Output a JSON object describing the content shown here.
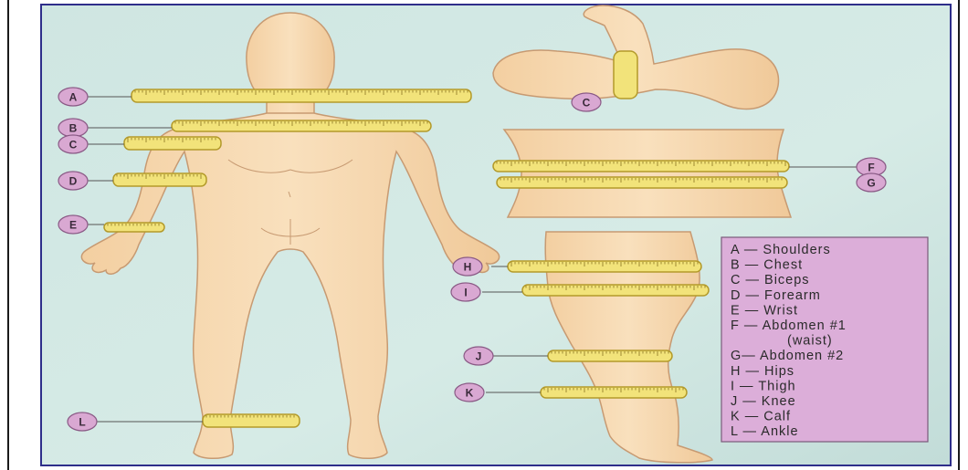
{
  "colors": {
    "background": "#cfe6e2",
    "skin": "#f7d9b0",
    "skin_outline": "#c79a72",
    "tape": "#f2e37a",
    "tape_outline": "#b39a2a",
    "label_fill": "#d9a8d2",
    "legend_fill": "#dcaed9",
    "frame": "#2e2e8a"
  },
  "markers": [
    {
      "letter": "A"
    },
    {
      "letter": "B"
    },
    {
      "letter": "C"
    },
    {
      "letter": "D"
    },
    {
      "letter": "E"
    },
    {
      "letter": "L"
    },
    {
      "letter": "C"
    },
    {
      "letter": "F"
    },
    {
      "letter": "G"
    },
    {
      "letter": "H"
    },
    {
      "letter": "I"
    },
    {
      "letter": "J"
    },
    {
      "letter": "K"
    }
  ],
  "legend": {
    "lines": [
      "A — Shoulders",
      "B — Chest",
      "C — Biceps",
      "D — Forearm",
      "E — Wrist",
      "F — Abdomen #1",
      "(waist)",
      "G— Abdomen #2",
      "H — Hips",
      "I — Thigh",
      "J — Knee",
      "K — Calf",
      "L — Ankle"
    ]
  }
}
